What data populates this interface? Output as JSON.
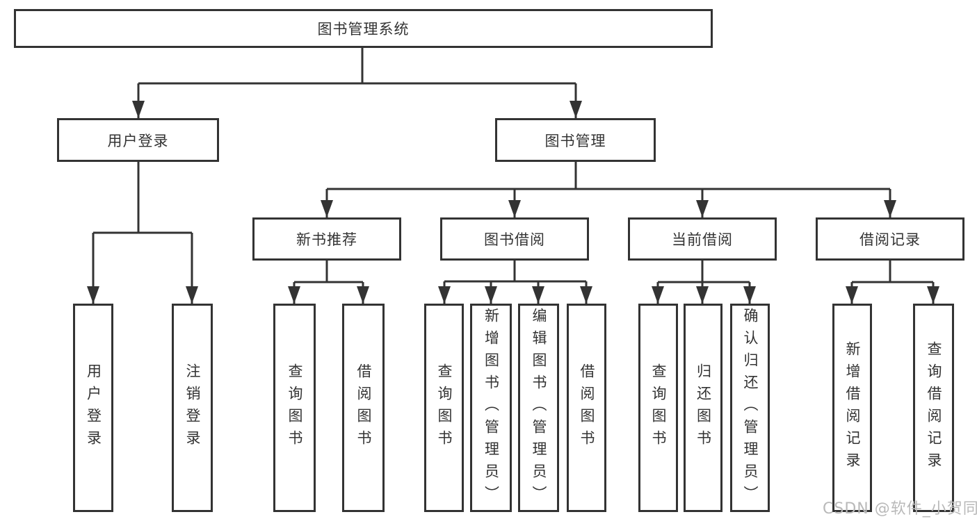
{
  "diagram": {
    "title": "图书管理系统",
    "nodes": {
      "root": "图书管理系统",
      "user_login": "用户登录",
      "book_management": "图书管理",
      "new_book_recommend": "新书推荐",
      "book_borrow": "图书借阅",
      "current_borrow": "当前借阅",
      "borrow_records": "借阅记录",
      "leaf_user_login": "用户登录",
      "leaf_logout": "注销登录",
      "rec_query_book": "查询图书",
      "rec_borrow_book": "借阅图书",
      "bb_query_book": "查询图书",
      "bb_add_book": "新增图书（管理员）",
      "bb_edit_book": "编辑图书（管理员）",
      "bb_borrow_book": "借阅图书",
      "cb_query_book": "查询图书",
      "cb_return_book": "归还图书",
      "cb_confirm_return": "确认归还（管理员）",
      "br_add_record": "新增借阅记录",
      "br_query_record": "查询借阅记录"
    }
  },
  "watermark": "CSDN @软件_小贺同学",
  "colors": {
    "line": "#333333",
    "box_border": "#333333",
    "box_fill": "#ffffff",
    "text": "#333333",
    "watermark": "#b9b9b9",
    "background": "#ffffff"
  }
}
